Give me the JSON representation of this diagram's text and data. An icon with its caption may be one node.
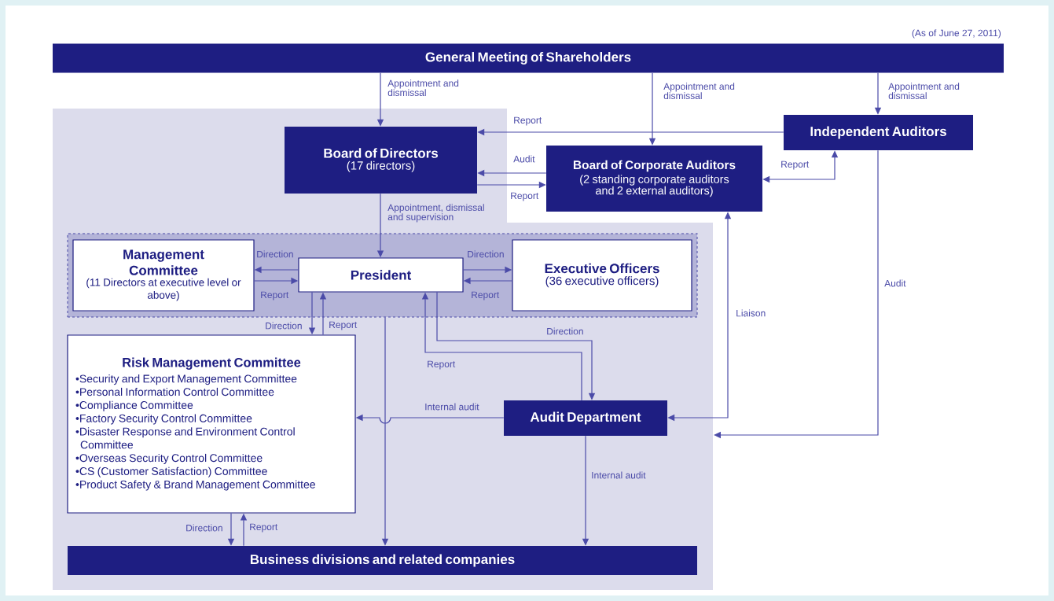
{
  "diagram": {
    "nodes": [
      {
        "text": [
          "General Meeting of Shareholders"
        ]
      },
      {
        "text": [
          "Board of Directors",
          "(17 directors)"
        ]
      },
      {
        "text": [
          "Board of Corporate Auditors",
          "(2 standing corporate auditors and 2 external auditors)"
        ]
      },
      {
        "text": [
          "Independent Auditors"
        ]
      },
      {
        "text": [],
        "shape": "box"
      },
      {
        "text": [
          "Management Committee",
          "(11 Directors at executive level or above)"
        ],
        "in": 4
      },
      {
        "text": [
          "President"
        ],
        "in": 4
      },
      {
        "text": [
          "Executive Officers",
          "(36 executive officers)"
        ],
        "in": 4
      },
      {
        "text": [
          "Risk Management Committee",
          "•Security and Export Management Committee",
          "•Personal Information Control Committee",
          "•Compliance Committee",
          "•Factory Security Control Committee",
          "•Disaster Response and Environment Control Committee",
          "•Overseas Security Control Committee",
          "•CS (Customer Satisfaction) Committee",
          "•Product Safety & Brand Management Committee"
        ]
      },
      {
        "text": [
          "Audit Department"
        ]
      },
      {
        "text": [
          "Business divisions and related companies"
        ]
      }
    ],
    "edges": [
      {
        "from": 0,
        "to": 1,
        "arrow": "to",
        "label": "Appointment and dismissal"
      },
      {
        "from": 0,
        "to": 2,
        "arrow": "to",
        "label": "Appointment and dismissal"
      },
      {
        "from": 0,
        "to": 3,
        "arrow": "to",
        "label": "Appointment and dismissal"
      },
      {
        "from": 3,
        "to": 1,
        "arrow": "to",
        "label": "Report"
      },
      {
        "from": 2,
        "to": 1,
        "arrow": "to",
        "label": "Audit"
      },
      {
        "from": 1,
        "to": 2,
        "arrow": "to",
        "label": "Report"
      },
      {
        "from": 2,
        "to": 3,
        "arrow": "both",
        "label": "Report"
      },
      {
        "from": 1,
        "to": 6,
        "arrow": "to",
        "label": "Appointment, dismissal and supervision"
      },
      {
        "from": 6,
        "to": 5,
        "arrow": "to",
        "label": "Direction"
      },
      {
        "from": 5,
        "to": 6,
        "arrow": "to",
        "label": "Report"
      },
      {
        "from": 6,
        "to": 7,
        "arrow": "to",
        "label": "Direction"
      },
      {
        "from": 7,
        "to": 6,
        "arrow": "to",
        "label": "Report"
      },
      {
        "from": 6,
        "to": 8,
        "arrow": "to",
        "label": "Direction"
      },
      {
        "from": 8,
        "to": 6,
        "arrow": "to",
        "label": "Report"
      },
      {
        "from": 6,
        "to": 9,
        "arrow": "to",
        "label": "Direction"
      },
      {
        "from": 9,
        "to": 6,
        "arrow": "to",
        "label": "Report"
      },
      {
        "from": 9,
        "to": 8,
        "arrow": "to",
        "label": "Internal audit"
      },
      {
        "from": 4,
        "to": 10,
        "arrow": "to"
      },
      {
        "from": 9,
        "to": 10,
        "arrow": "to",
        "label": "Internal audit"
      },
      {
        "from": 8,
        "to": 10,
        "arrow": "to",
        "label": "Direction"
      },
      {
        "from": 10,
        "to": 8,
        "arrow": "to",
        "label": "Report"
      },
      {
        "from": 9,
        "to": 2,
        "arrow": "both",
        "label": "Liaison"
      },
      {
        "from": 3,
        "to": null,
        "arrow": "to",
        "label": "Audit"
      }
    ],
    "labels": [
      "(As of June 27, 2011)"
    ]
  }
}
